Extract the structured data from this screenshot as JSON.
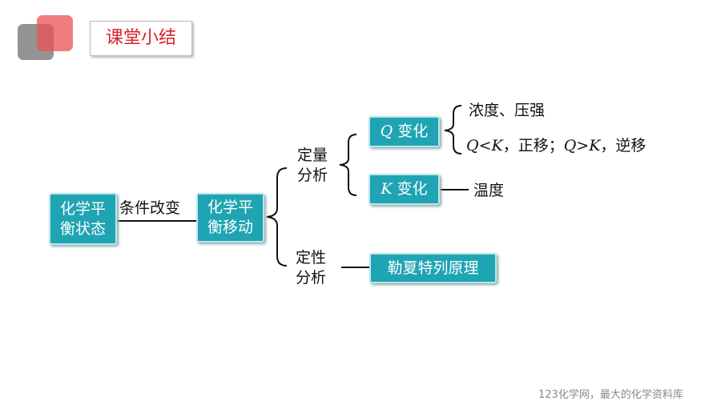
{
  "title": "课堂小结",
  "colors": {
    "teal": "#1fa4b3",
    "red": "#d9222a"
  },
  "nodes": {
    "state": [
      "化学平",
      "衡状态"
    ],
    "condition": "条件改变",
    "shift": [
      "化学平",
      "衡移动"
    ],
    "quant": [
      "定量",
      "分析"
    ],
    "qual": [
      "定性",
      "分析"
    ],
    "q_change": {
      "var": "Q",
      "label": "变化"
    },
    "k_change": {
      "var": "K",
      "label": "变化"
    },
    "q_items": {
      "first": "浓度、压强",
      "second": {
        "q1": "Q",
        "op1": "<",
        "k1": "K",
        "t1": "，正移；",
        "q2": "Q",
        "op2": ">",
        "k2": "K",
        "t2": "，逆移"
      }
    },
    "temperature": "温度",
    "le_chatelier": "勒夏特列原理"
  },
  "footer": "123化学网，最大的化学资料库"
}
